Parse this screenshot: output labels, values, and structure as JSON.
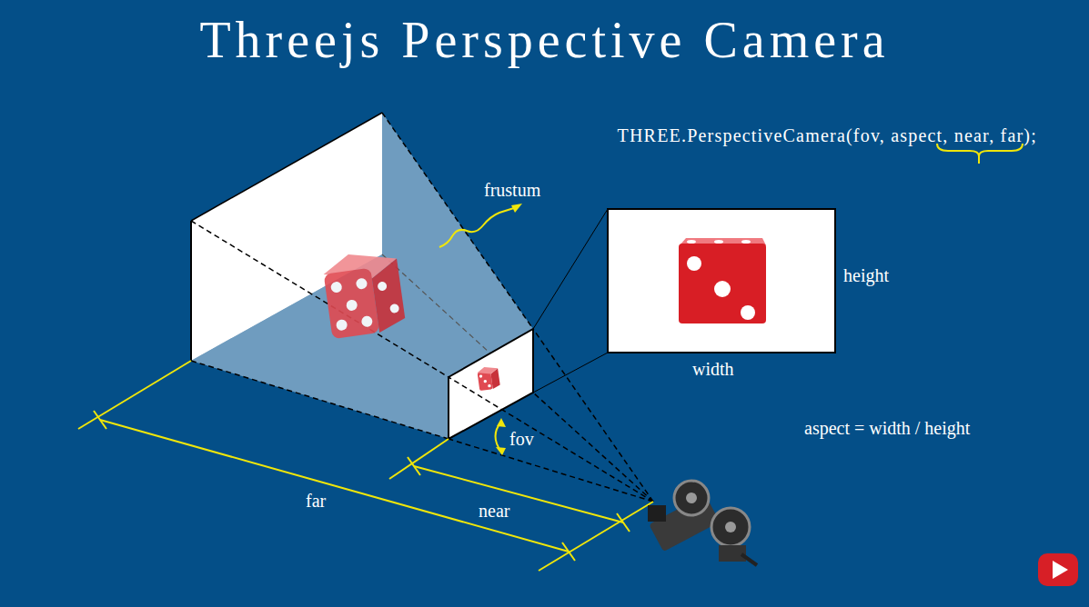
{
  "diagram": {
    "title": "Threejs Perspective Camera",
    "labels": [
      "THREE.PerspectiveCamera(fov, aspect, near, far);",
      "frustum",
      "height",
      "width",
      "aspect = width / height",
      "fov",
      "far",
      "near"
    ]
  }
}
